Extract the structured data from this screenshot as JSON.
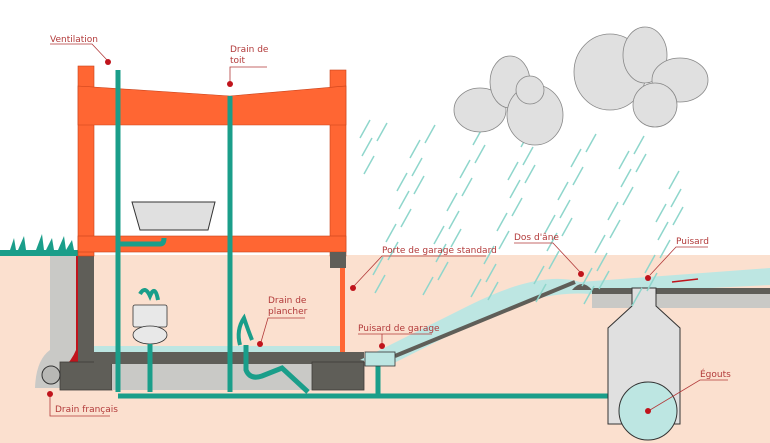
{
  "diagram": {
    "title": "Residential drainage cross-section",
    "colors": {
      "frame": "#ff6633",
      "pipe": "#1a9e8a",
      "water": "#bde6e2",
      "rain": "#8fd6cc",
      "ground": "#fbe0cf",
      "concrete": "#5f5e58",
      "gravel": "#c9c9c6",
      "cloud": "#e0e0e0",
      "label": "#b23a3a",
      "marker": "#c0141c"
    },
    "labels": {
      "ventilation": "Ventilation",
      "drain_toit_1": "Drain de",
      "drain_toit_2": "toit",
      "porte_garage": "Porte de garage standard",
      "dos_ane": "Dos d'âne",
      "puisard": "Puisard",
      "drain_plancher_1": "Drain de",
      "drain_plancher_2": "plancher",
      "puisard_garage": "Puisard de garage",
      "egouts": "Égouts",
      "drain_francais": "Drain français"
    }
  }
}
